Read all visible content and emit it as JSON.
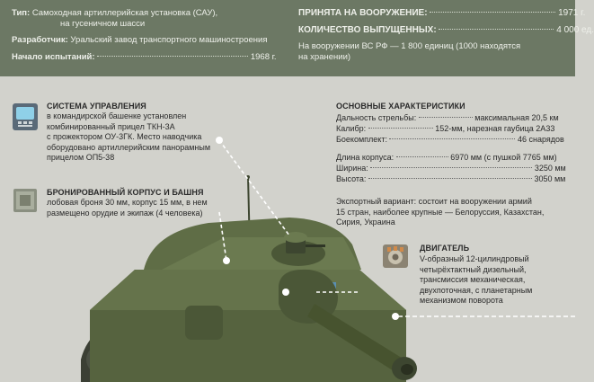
{
  "header": {
    "type_label": "Тип:",
    "type_value_1": "Самоходная артиллерийская установка (САУ),",
    "type_value_2": "на гусеничном шасси",
    "developer_label": "Разработчик:",
    "developer_value": "Уральский завод транспортного машиностроения",
    "test_start_label": "Начало испытаний:",
    "test_start_value": "1968 г.",
    "adopted_label": "ПРИНЯТА НА ВООРУЖЕНИЕ:",
    "adopted_value": "1971 г.",
    "produced_label": "КОЛИЧЕСТВО ВЫПУЩЕННЫХ:",
    "produced_value": "4 000 ед.",
    "in_service_1": "На вооружении ВС РФ — 1 800 единиц (1000 находятся",
    "in_service_2": "на хранении)"
  },
  "control": {
    "title": "СИСТЕМА УПРАВЛЕНИЯ",
    "lines": [
      "в командирской башенке установлен",
      "комбинированный прицел ТКН-3А",
      "с прожектором ОУ-3ГК. Место наводчика",
      "оборудовано артиллерийским панорамным",
      "прицелом ОП5-38"
    ]
  },
  "armor": {
    "title": "БРОНИРОВАННЫЙ КОРПУС И БАШНЯ",
    "lines": [
      "лобовая броня 30 мм, корпус 15 мм, в нем",
      "размещено орудие и экипаж (4 человека)"
    ]
  },
  "specs": {
    "title": "ОСНОВНЫЕ ХАРАКТЕРИСТИКИ",
    "range_label": "Дальность стрельбы:",
    "range_value": "максимальная 20,5 км",
    "caliber_label": "Калибр:",
    "caliber_value": "152-мм, нарезная гаубица 2А33",
    "ammo_label": "Боекомплект:",
    "ammo_value": "46 снарядов",
    "length_label": "Длина корпуса:",
    "length_value": "6970 мм (с пушкой 7765 мм)",
    "width_label": "Ширина:",
    "width_value": "3250 мм",
    "height_label": "Высота:",
    "height_value": "3050 мм",
    "export_lines": [
      "Экспортный вариант: состоит на вооружении армий",
      "15 стран, наиболее крупные — Белоруссия, Казахстан,",
      "Сирия, Украина"
    ]
  },
  "engine": {
    "title": "ДВИГАТЕЛЬ",
    "lines": [
      "V-образный 12-цилиндровый",
      "четырёхтактный дизельный,",
      "трансмиссия механическая,",
      "двухпоточная, с планетарным",
      "механизмом поворота"
    ]
  },
  "colors": {
    "header_bg": "#6c7864",
    "page_bg": "#d2d2cc",
    "vehicle_green": "#56633f"
  }
}
